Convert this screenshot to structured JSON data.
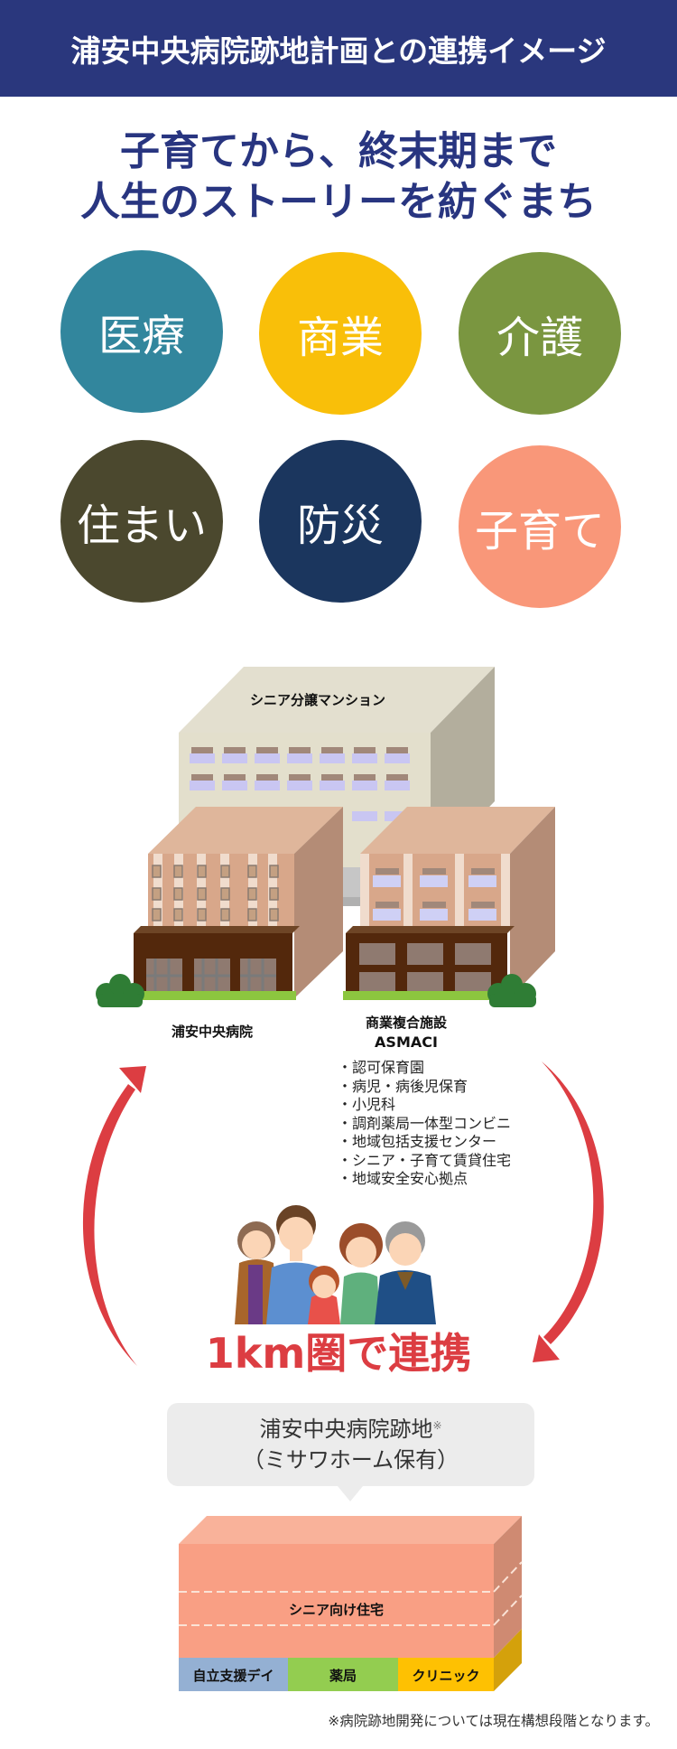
{
  "header": {
    "title": "浦安中央病院跡地計画との連携イメージ",
    "bg": "#2a377d"
  },
  "headline": {
    "line1": "子育てから、終末期まで",
    "line2": "人生のストーリーを紡ぐまち",
    "color": "#283580"
  },
  "categories": [
    {
      "label": "医療",
      "color": "#32869d"
    },
    {
      "label": "商業",
      "color": "#f9bf09"
    },
    {
      "label": "介護",
      "color": "#7a9640"
    },
    {
      "label": "住まい",
      "color": "#4b482e"
    },
    {
      "label": "防災",
      "color": "#1b365e"
    },
    {
      "label": "子育て",
      "color": "#f99779"
    }
  ],
  "buildings": {
    "back": {
      "label": "シニア分譲マンション"
    },
    "left": {
      "label": "浦安中央病院"
    },
    "right": {
      "label_line1": "商業複合施設",
      "label_line2": "ASMACI"
    }
  },
  "asmaci_facilities": [
    "認可保育園",
    "病児・病後児保育",
    "小児科",
    "調剤薬局一体型コンビニ",
    "地域包括支援センター",
    "シニア・子育て賃貸住宅",
    "地域安全安心拠点"
  ],
  "tagline": {
    "text": "1km圏で連携",
    "color": "#dc3d42"
  },
  "site_bubble": {
    "line1": "浦安中央病院跡地",
    "note_mark": "※",
    "line2": "（ミサワホーム保有）"
  },
  "site_building": {
    "upper_label": "シニア向け住宅",
    "ground_floor": [
      {
        "label": "自立支援デイ",
        "color": "#94b0d3"
      },
      {
        "label": "薬局",
        "color": "#93cd50"
      },
      {
        "label": "クリニック",
        "color": "#fec102"
      }
    ]
  },
  "footnote": "※病院跡地開発については現在構想段階となります。"
}
